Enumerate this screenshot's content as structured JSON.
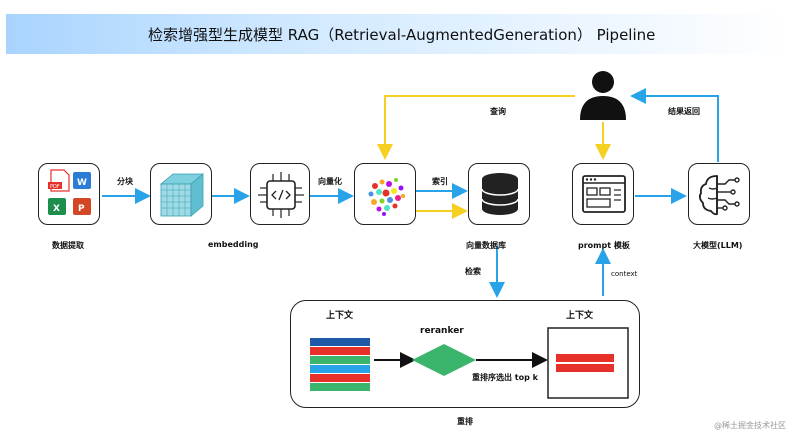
{
  "title": "检索增强型生成模型 RAG（Retrieval-AugmentedGeneration） Pipeline",
  "nodes": {
    "docs": "数据提取",
    "embedding": "embedding",
    "index": "向量数据库",
    "prompt": "prompt 模板",
    "llm": "大模型(LLM)"
  },
  "edges": {
    "chunk": "分块",
    "vectorize": "向量化",
    "index": "索引",
    "query": "查询",
    "result": "结果返回",
    "search": "检索",
    "context": "context"
  },
  "rerank": {
    "left_title": "上下文",
    "right_title": "上下文",
    "reranker": "reranker",
    "select": "重排序选出 top k",
    "caption": "重排"
  },
  "doc_icons": {
    "pdf": "PDF",
    "word": "W",
    "excel": "X",
    "ppt": "P"
  },
  "watermark": "@稀土掘金技术社区",
  "colors": {
    "blue": "#29a3e8",
    "yellow": "#f5d020",
    "green": "#3bb56b",
    "red": "#e8302a",
    "navy": "#1e5aa8"
  }
}
